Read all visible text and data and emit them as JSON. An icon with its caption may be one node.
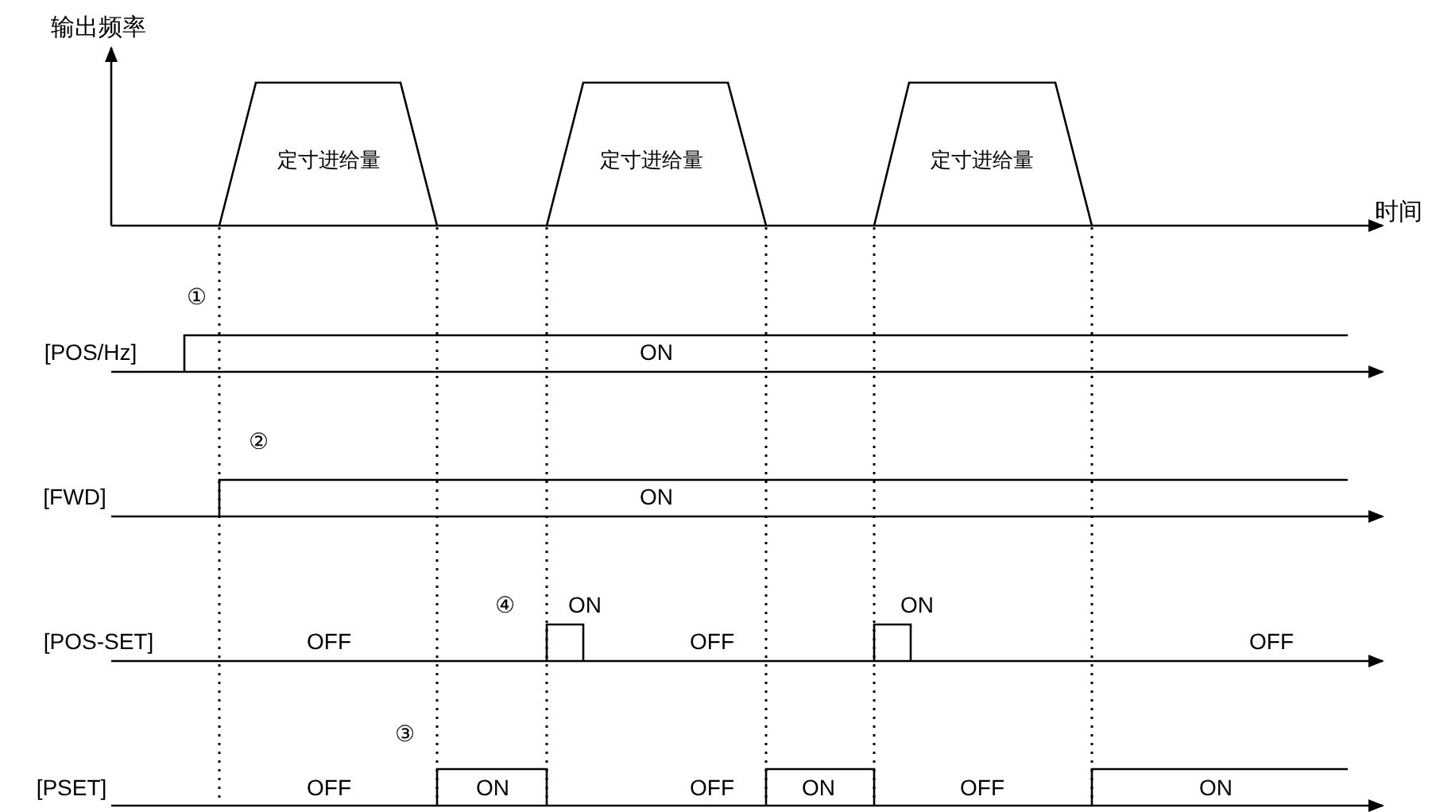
{
  "diagram": {
    "labels": [
      "输出频率",
      "定寸进给量",
      "定寸进给量",
      "定寸进给量",
      "时间",
      "①",
      "[POS/Hz]",
      "ON",
      "②",
      "[FWD]",
      "ON",
      "④",
      "ON",
      "ON",
      "[POS-SET]",
      "OFF",
      "OFF",
      "OFF",
      "③",
      "[PSET]",
      "OFF",
      "ON",
      "OFF",
      "ON",
      "OFF",
      "ON"
    ]
  }
}
